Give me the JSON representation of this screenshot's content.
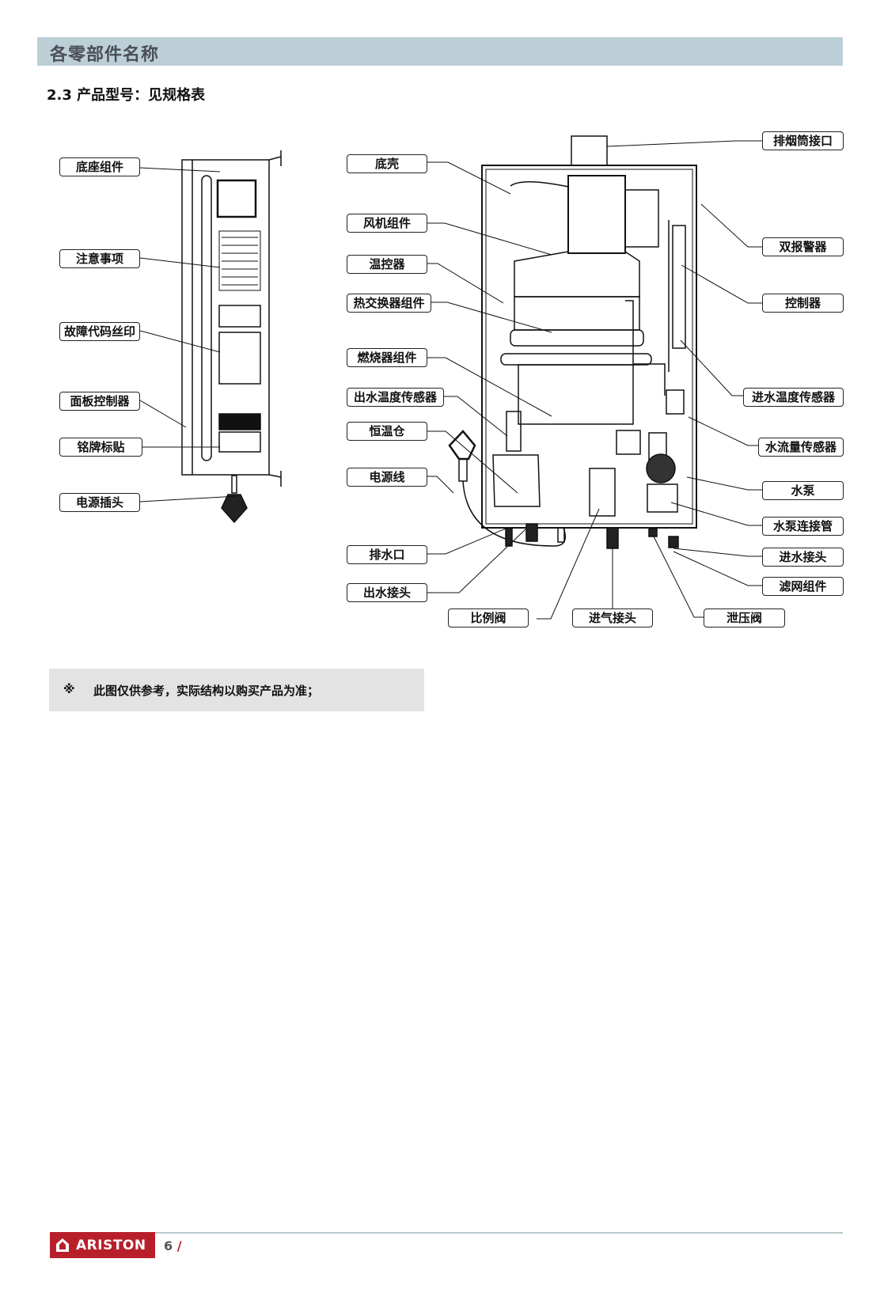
{
  "header": {
    "section_title": "各零部件名称",
    "subtitle": "2.3 产品型号：见规格表"
  },
  "side_view_labels": [
    "底座组件",
    "注意事项",
    "故障代码丝印",
    "面板控制器",
    "铭牌标贴",
    "电源插头"
  ],
  "front_view_left_labels": [
    "底壳",
    "风机组件",
    "温控器",
    "热交换器组件",
    "燃烧器组件",
    "出水温度传感器",
    "恒温仓",
    "电源线",
    "排水口",
    "出水接头"
  ],
  "front_view_bottom_labels": [
    "比例阀",
    "进气接头",
    "泄压阀"
  ],
  "front_view_right_labels": [
    "排烟筒接口",
    "双报警器",
    "控制器",
    "进水温度传感器",
    "水流量传感器",
    "水泵",
    "水泵连接管",
    "进水接头",
    "滤网组件"
  ],
  "note": {
    "mark": "※",
    "text": "此图仅供参考，实际结构以购买产品为准；"
  },
  "footer": {
    "brand": "ARISTON",
    "page_number": "6",
    "separator": "/",
    "brand_color": "#b81f2b",
    "band_color": "#bccfd6"
  }
}
